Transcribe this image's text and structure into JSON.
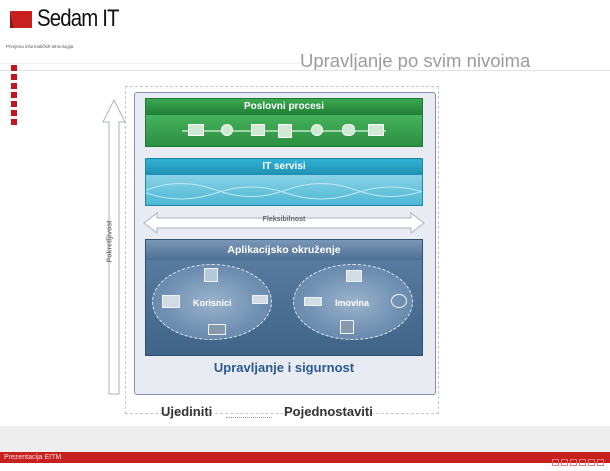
{
  "header": {
    "logo_text": "Sedam IT",
    "logo_subtitle": "Primjena informatičkih tehnologija",
    "page_title": "Upravljanje po svim nivoima"
  },
  "diagram": {
    "top_layer": "Poslovni procesi",
    "service_layer": "IT servisi",
    "flex_label": "Fleksibilnost",
    "app_layer": "Aplikacijsko okruženje",
    "left_ellipse": "Korisnici",
    "right_ellipse": "Imovina",
    "management": "Upravljanje i sigurnost",
    "vertical_label": "Pokretljivost"
  },
  "bottom": {
    "left": "Ujediniti",
    "right": "Pojednostaviti"
  },
  "footer": {
    "text": "Prezentacija EITM"
  },
  "colors": {
    "brand_red": "#c8201f",
    "green_layer": "#2f9b45",
    "blue_layer": "#2aa6c8",
    "app_layer": "#4e6f94",
    "management_text": "#2c5a8e"
  }
}
